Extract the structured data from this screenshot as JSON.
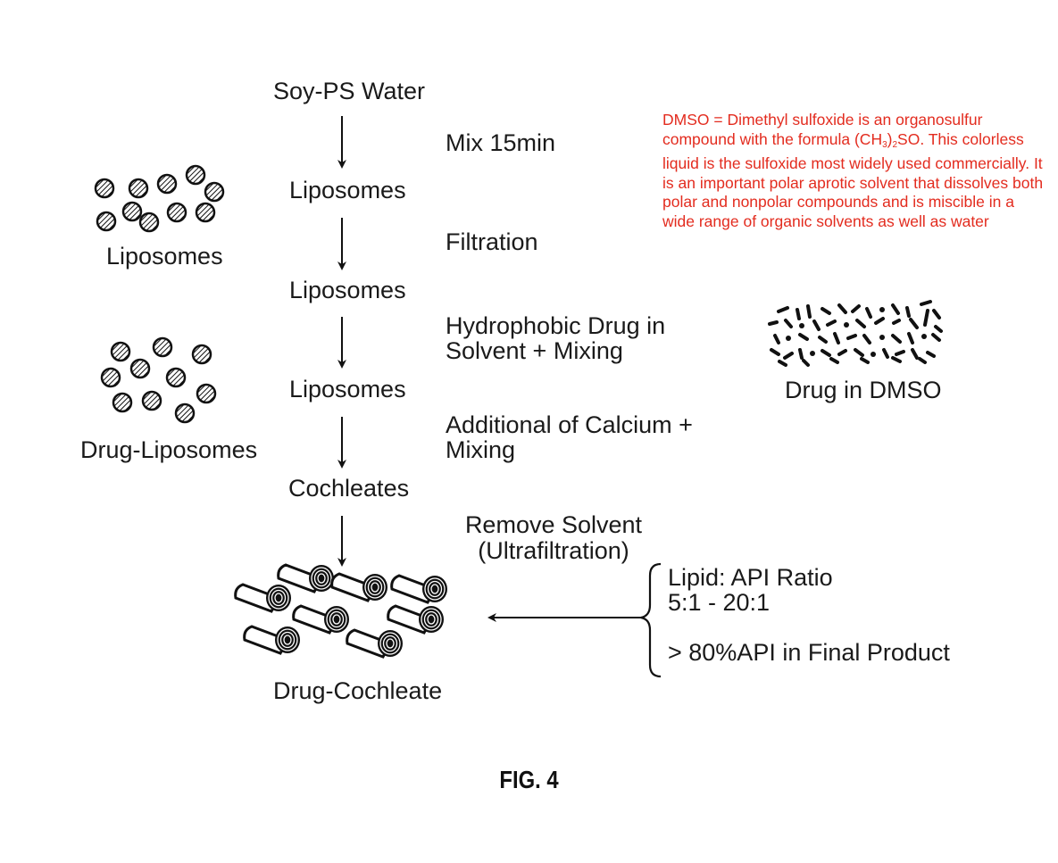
{
  "flow": {
    "step0": "Soy-PS Water",
    "step1": "Liposomes",
    "step2": "Liposomes",
    "step3": "Liposomes",
    "step4": "Cochleates",
    "action1": "Mix 15min",
    "action2": "Filtration",
    "action3_line1": "Hydrophobic Drug in",
    "action3_line2": "Solvent + Mixing",
    "action4_line1": "Additional of Calcium +",
    "action4_line2": "Mixing",
    "remove_line1": "Remove Solvent",
    "remove_line2": "(Ultrafiltration)"
  },
  "side": {
    "liposomes_label": "Liposomes",
    "drug_liposomes_label": "Drug-Liposomes",
    "drug_dmso_label": "Drug in DMSO",
    "drug_cochleate_label": "Drug-Cochleate"
  },
  "brace": {
    "line1": "Lipid: API Ratio",
    "line2": "5:1 - 20:1",
    "line3": "> 80%API in Final Product"
  },
  "note": {
    "part1": "DMSO = Dimethyl sulfoxide is an organosulfur compound with the formula (CH",
    "sub3": "3",
    "part2": ")",
    "sub2": "2",
    "part3": "SO. This colorless liquid is the sulfoxide most widely used commercially. It is an important polar aprotic solvent that dissolves both polar and nonpolar compounds and is miscible in a wide range of organic solvents as well as water",
    "color": "#e32c1f"
  },
  "figure_label": "FIG. 4"
}
